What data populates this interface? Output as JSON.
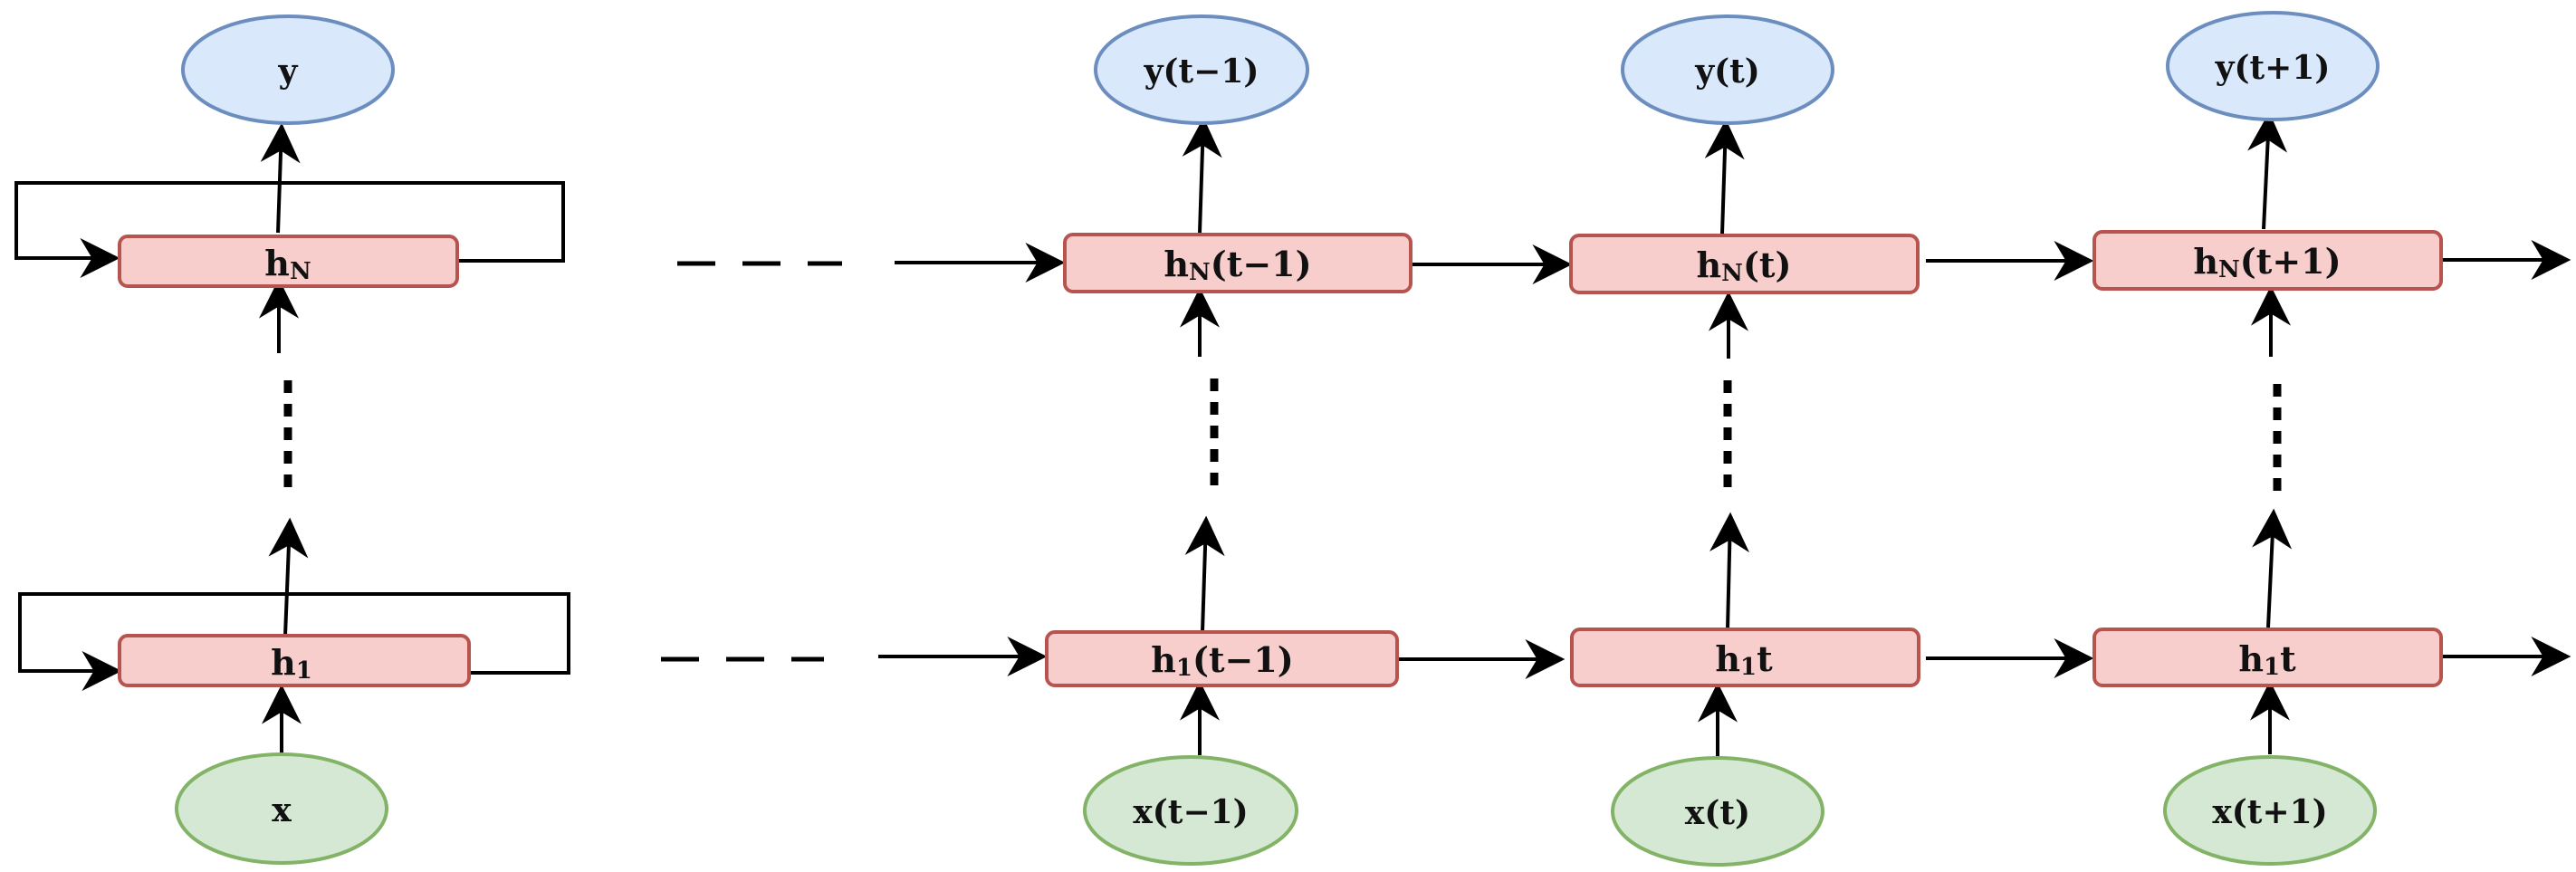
{
  "colors": {
    "output_fill": "#dae8fc",
    "output_stroke": "#6c8ebf",
    "input_fill": "#d5e8d4",
    "input_stroke": "#82b366",
    "hidden_fill": "#f8cecc",
    "hidden_stroke": "#b85450",
    "line": "#000000"
  },
  "folded": {
    "output": {
      "label": "y"
    },
    "top_hidden": {
      "base": "h",
      "sub": "N",
      "suffix": ""
    },
    "bottom_hidden": {
      "base": "h",
      "sub": "1",
      "suffix": ""
    },
    "input": {
      "label": "x"
    }
  },
  "unrolled": [
    {
      "output": {
        "label": "y(t−1)"
      },
      "top_hidden": {
        "base": "h",
        "sub": "N",
        "suffix": "(t−1)"
      },
      "bottom_hidden": {
        "base": "h",
        "sub": "1",
        "suffix": "(t−1)"
      },
      "input": {
        "label": "x(t−1)"
      }
    },
    {
      "output": {
        "label": "y(t)"
      },
      "top_hidden": {
        "base": "h",
        "sub": "N",
        "suffix": "(t)"
      },
      "bottom_hidden": {
        "base": "h",
        "sub": "1",
        "suffix": "t"
      },
      "input": {
        "label": "x(t)"
      }
    },
    {
      "output": {
        "label": "y(t+1)"
      },
      "top_hidden": {
        "base": "h",
        "sub": "N",
        "suffix": "(t+1)"
      },
      "bottom_hidden": {
        "base": "h",
        "sub": "1",
        "suffix": "t"
      },
      "input": {
        "label": "x(t+1)"
      }
    }
  ]
}
